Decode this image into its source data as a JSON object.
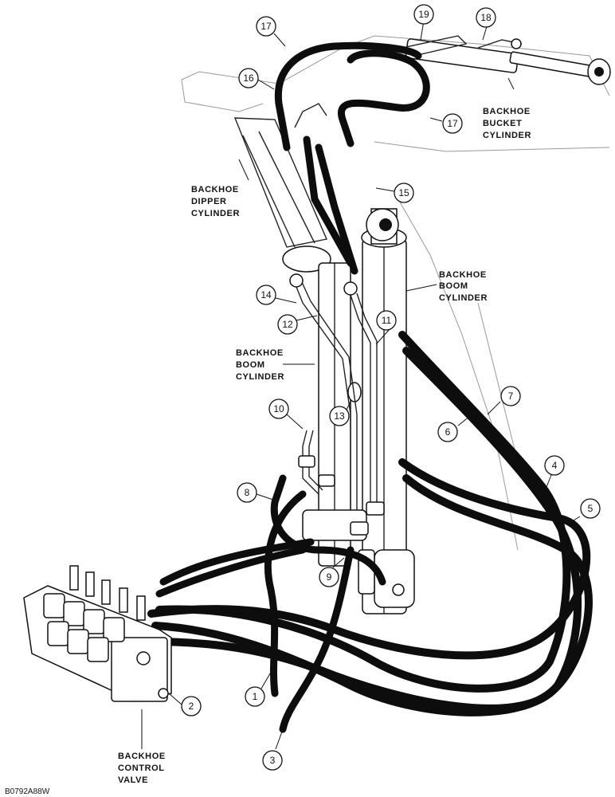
{
  "figure_code": "B0792A88W",
  "labels": {
    "bucket_cylinder": [
      "BACKHOE",
      "BUCKET",
      "CYLINDER"
    ],
    "dipper_cylinder": [
      "BACKHOE",
      "DIPPER",
      "CYLINDER"
    ],
    "boom_cylinder_right": [
      "BACKHOE",
      "BOOM",
      "CYLINDER"
    ],
    "boom_cylinder_left": [
      "BACKHOE",
      "BOOM",
      "CYLINDER"
    ],
    "control_valve": [
      "BACKHOE",
      "CONTROL",
      "VALVE"
    ]
  },
  "callouts": [
    "1",
    "2",
    "3",
    "4",
    "5",
    "6",
    "7",
    "8",
    "9",
    "10",
    "11",
    "12",
    "13",
    "14",
    "15",
    "16",
    "17",
    "17",
    "18",
    "19"
  ]
}
